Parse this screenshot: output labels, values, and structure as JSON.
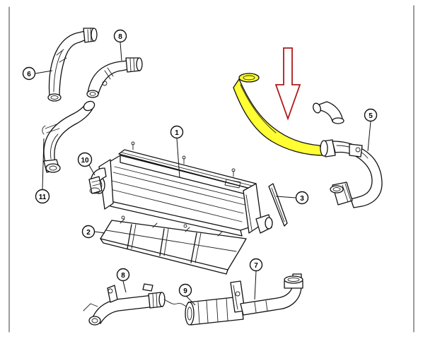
{
  "callouts": [
    {
      "id": "c1",
      "number": "1"
    },
    {
      "id": "c2",
      "number": "2"
    },
    {
      "id": "c3",
      "number": "3"
    },
    {
      "id": "c5",
      "number": "5"
    },
    {
      "id": "c6",
      "number": "6"
    },
    {
      "id": "c7",
      "number": "7"
    },
    {
      "id": "c8-top",
      "number": "8"
    },
    {
      "id": "c8-bottom",
      "number": "8"
    },
    {
      "id": "c9",
      "number": "9"
    },
    {
      "id": "c10",
      "number": "10"
    },
    {
      "id": "c11",
      "number": "11"
    }
  ],
  "colors": {
    "highlight_fill": "#ffff33",
    "arrow_stroke": "#b01a1a",
    "line": "#111111",
    "background": "#ffffff"
  }
}
